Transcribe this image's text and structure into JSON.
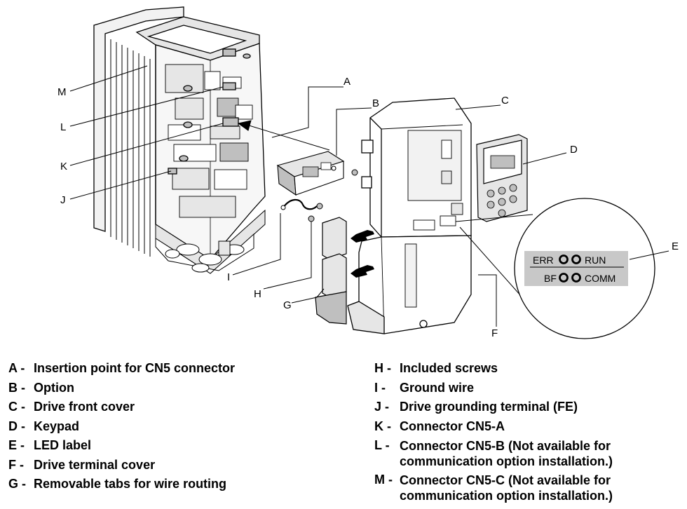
{
  "callouts": {
    "A": "A",
    "B": "B",
    "C": "C",
    "D": "D",
    "E": "E",
    "F": "F",
    "G": "G",
    "H": "H",
    "I": "I",
    "J": "J",
    "K": "K",
    "L": "L",
    "M": "M"
  },
  "led_label": {
    "err": "ERR",
    "run": "RUN",
    "bf": "BF",
    "comm": "COMM"
  },
  "legend": {
    "left": [
      {
        "key": "A -",
        "text": "Insertion point for CN5 connector"
      },
      {
        "key": "B -",
        "text": "Option"
      },
      {
        "key": "C -",
        "text": "Drive front cover"
      },
      {
        "key": "D -",
        "text": "Keypad"
      },
      {
        "key": "E -",
        "text": "LED label"
      },
      {
        "key": "F -",
        "text": "Drive terminal cover"
      },
      {
        "key": "G -",
        "text": "Removable tabs for wire routing"
      }
    ],
    "right": [
      {
        "key": "H -",
        "text": "Included screws"
      },
      {
        "key": "I -",
        "text": "Ground wire"
      },
      {
        "key": "J -",
        "text": "Drive grounding terminal (FE)"
      },
      {
        "key": "K -",
        "text": "Connector CN5-A"
      },
      {
        "key": "L -",
        "text": "Connector CN5-B (Not available for communication option installation.)"
      },
      {
        "key": "M -",
        "text": "Connector CN5-C (Not available for communication option installation.)"
      }
    ]
  },
  "colors": {
    "line": "#000000",
    "fill_light": "#ffffff",
    "fill_gray": "#e6e6e6",
    "fill_dark": "#bfbfbf",
    "led_label_bg": "#c8c8c8"
  }
}
